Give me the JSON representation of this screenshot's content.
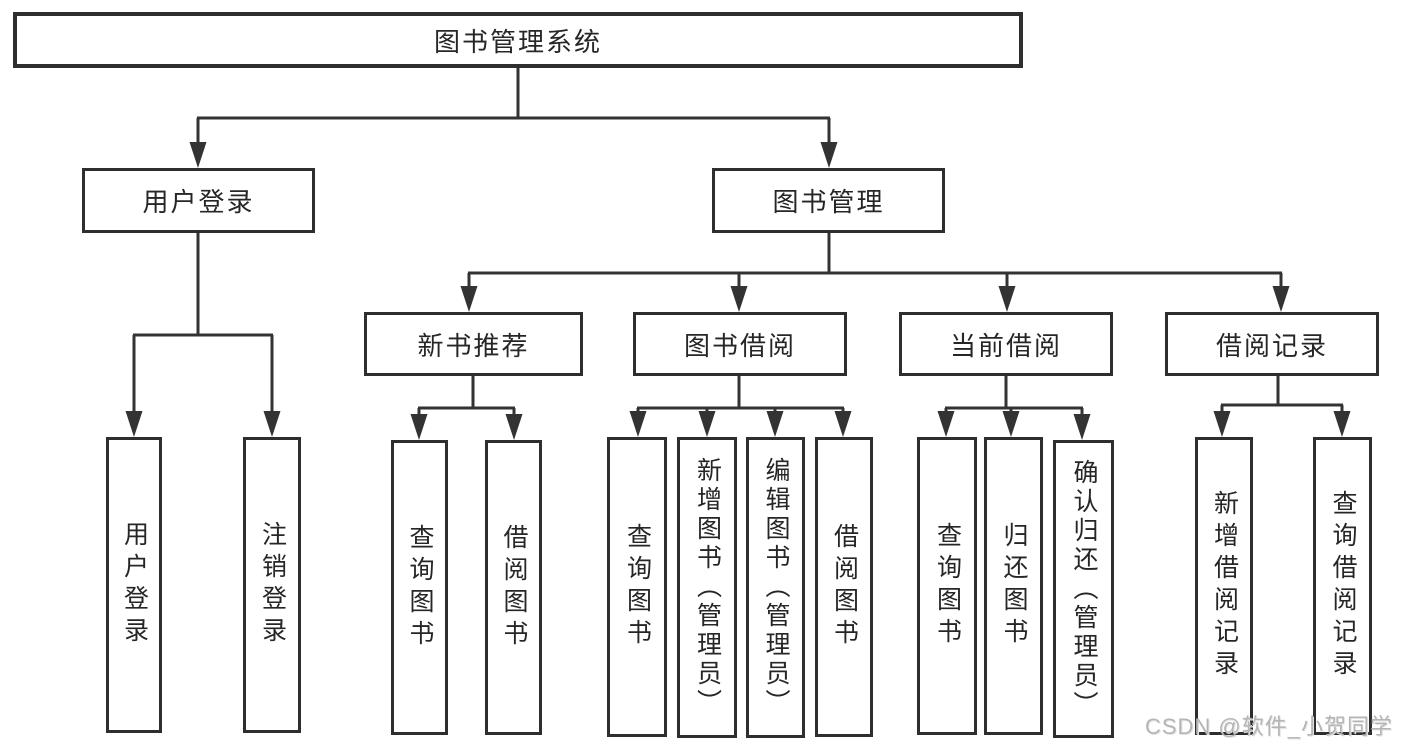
{
  "diagram_title": "图书管理系统",
  "tree": {
    "label": "图书管理系统",
    "children": [
      {
        "label": "用户登录",
        "children": [
          {
            "label": "用户登录"
          },
          {
            "label": "注销登录"
          }
        ]
      },
      {
        "label": "图书管理",
        "children": [
          {
            "label": "新书推荐",
            "children": [
              {
                "label": "查询图书"
              },
              {
                "label": "借阅图书"
              }
            ]
          },
          {
            "label": "图书借阅",
            "children": [
              {
                "label": "查询图书"
              },
              {
                "label": "新增图书（管理员）"
              },
              {
                "label": "编辑图书（管理员）"
              },
              {
                "label": "借阅图书"
              }
            ]
          },
          {
            "label": "当前借阅",
            "children": [
              {
                "label": "查询图书"
              },
              {
                "label": "归还图书"
              },
              {
                "label": "确认归还（管理员）"
              }
            ]
          },
          {
            "label": "借阅记录",
            "children": [
              {
                "label": "新增借阅记录"
              },
              {
                "label": "查询借阅记录"
              }
            ]
          }
        ]
      }
    ]
  },
  "watermark": "CSDN @软件_小贺同学",
  "colors": {
    "line": "#333333",
    "border": "#2e2e2e",
    "text": "#262626",
    "watermark": "#b5b5b5",
    "background": "#ffffff"
  }
}
